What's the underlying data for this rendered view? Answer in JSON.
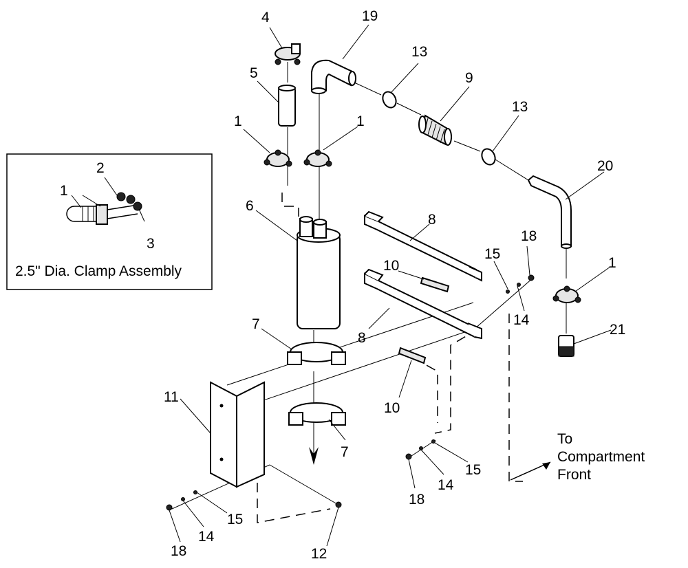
{
  "inset": {
    "title": "2.5\" Dia. Clamp Assembly",
    "labels": [
      "1",
      "2",
      "3"
    ]
  },
  "callouts": {
    "c4": "4",
    "c19": "19",
    "c13a": "13",
    "c9": "9",
    "c13b": "13",
    "c5": "5",
    "c1a": "1",
    "c1b": "1",
    "c20": "20",
    "c6": "6",
    "c8a": "8",
    "c18a": "18",
    "c15a": "15",
    "c10a": "10",
    "c1c": "1",
    "c14a": "14",
    "c8b": "8",
    "c7a": "7",
    "c21": "21",
    "c11": "11",
    "c10b": "10",
    "c7b": "7",
    "c15b": "15",
    "c14b": "14",
    "c18b": "18",
    "c15c": "15",
    "c14c": "14",
    "c18c": "18",
    "c12": "12"
  },
  "direction": {
    "line1": "To",
    "line2": "Compartment",
    "line3": "Front"
  }
}
